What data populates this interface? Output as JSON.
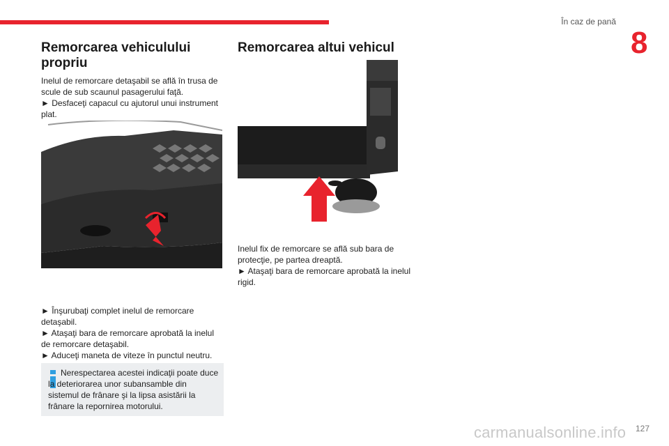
{
  "header": {
    "title": "În caz de pană",
    "chapter": "8"
  },
  "left": {
    "title": "Remorcarea vehiculului propriu",
    "intro": "Inelul de remorcare detaşabil se află în trusa de scule de sub scaunul pasagerului faţă.",
    "step1": "► Desfaceţi capacul cu ajutorul unui instrument plat.",
    "step2": "► Înşurubaţi complet inelul de remorcare detaşabil.",
    "step3": "► Ataşaţi bara de remorcare aprobată la inelul de remorcare detaşabil.",
    "step4": "► Aduceţi maneta de viteze în punctul neutru.",
    "note": "Nerespectarea acestei indicaţii poate duce la deteriorarea unor subansamble din sistemul de frânare şi la lipsa asistării la frânare la repornirea motorului."
  },
  "right": {
    "title": "Remorcarea altui vehicul",
    "intro": "Inelul fix de remorcare se află sub bara de protecţie, pe partea dreaptă.",
    "step1": "► Ataşaţi bara de remorcare aprobată la inelul rigid."
  },
  "page_number": "127",
  "watermark": "carmanualsonline.info",
  "colors": {
    "accent": "#e8232d",
    "note_bg": "#eceef0",
    "info_icon": "#2f9fe0"
  }
}
